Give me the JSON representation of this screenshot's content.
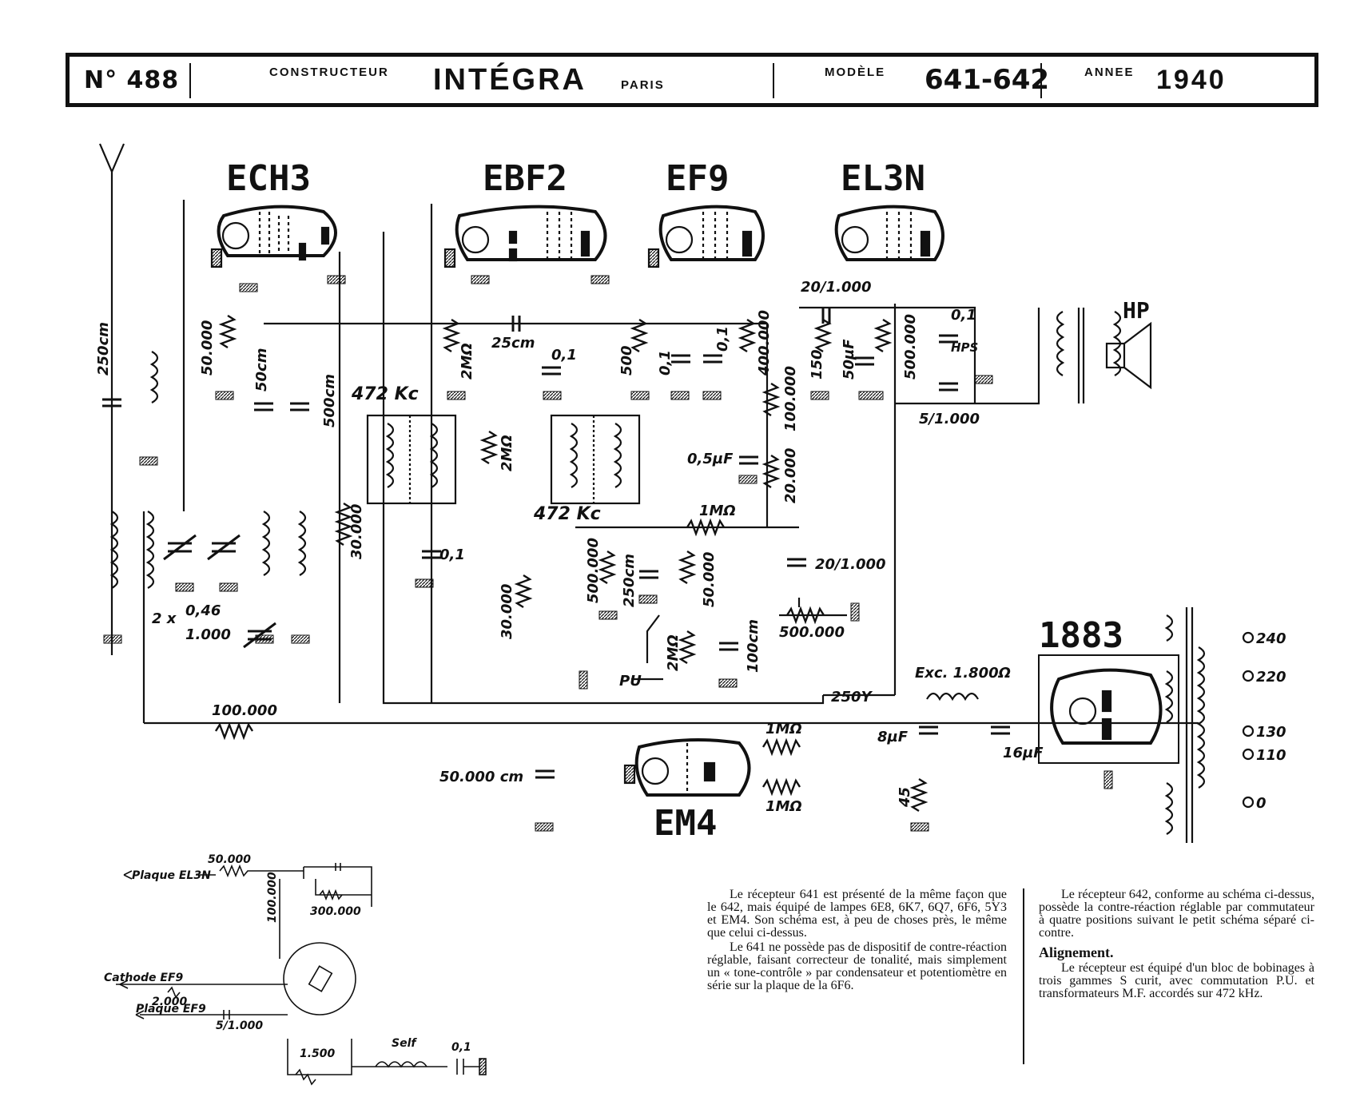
{
  "header": {
    "number": "N° 488",
    "constructeur_label": "CONSTRUCTEUR",
    "brand": "INTÉGRA",
    "city": "PARIS",
    "modele_label": "MODÈLE",
    "model": "641-642",
    "annee_label": "ANNEE",
    "year": "1940"
  },
  "tubes": [
    "ECH3",
    "EBF2",
    "EF9",
    "EL3N",
    "EM4",
    "1883"
  ],
  "components": {
    "c250": "250cm",
    "r50k": "50.000",
    "c50": "50cm",
    "c500": "500cm",
    "if1": "472  Kc",
    "r2m_a": "2MΩ",
    "c25": "25cm",
    "c01_a": "0,1",
    "r500": "500",
    "c01_b": "0,1",
    "c01_c": "0,1",
    "r400k": "400.000",
    "r100k": "100.000",
    "c20_1000": "20/1.000",
    "r150": "150",
    "c50uf": "50µF",
    "r500k_b": "500.000",
    "c01_d": "0,1",
    "hps": "HPS",
    "c5_1000": "5/1.000",
    "hp": "HP",
    "c05uf": "0,5µF",
    "r20k": "20.000",
    "r2m_b": "2MΩ",
    "if2": "472  Kc",
    "r1m_a": "1MΩ",
    "r30k_a": "30.000",
    "c01_e": "0,1",
    "gang": "2 x",
    "gang_num": "0,46",
    "gang_den": "1.000",
    "r30k_b": "30.000",
    "r500k_c": "500.000",
    "c250_b": "250cm",
    "r50k_b": "50.000",
    "c20_1000_b": "20/1.000",
    "pot500k": "500.000",
    "pu": "PU",
    "r2m_c": "2MΩ",
    "c100": "100cm",
    "v250": "250Y",
    "exc": "Exc. 1.800Ω",
    "c8": "8µF",
    "c16": "16µF",
    "r45": "45",
    "r100k_b": "100.000",
    "c50000": "50.000 cm",
    "r1m_b": "1MΩ",
    "r1m_c": "1MΩ",
    "v240": "240",
    "v220": "220",
    "v130": "130",
    "v110": "110",
    "v0": "0"
  },
  "inset": {
    "r50k": "50.000",
    "plaque_el3n": "Plaque EL3N",
    "r100k": "100.000",
    "r300k": "300.000",
    "cathode_ef9": "Cathode EF9",
    "r2000": "2.000",
    "plaque_ef9": "Plaque EF9",
    "c5_1000": "5/1.000",
    "r1500": "1.500",
    "self": "Self",
    "c01": "0,1"
  },
  "text": {
    "col1_p1": "Le récepteur 641 est présenté de la même façon que le 642, mais équipé de lampes 6E8, 6K7, 6Q7, 6F6, 5Y3 et EM4. Son schéma est, à peu de choses près, le même que celui ci-dessus.",
    "col1_p2": "Le 641 ne possède pas de dispositif de contre-réaction réglable, faisant correcteur de tonalité, mais simplement un « tone-contrôle » par condensateur et potentiomètre en série sur la plaque de la 6F6.",
    "col2_p1": "Le récepteur 642, conforme au schéma ci-dessus, possède la contre-réaction réglable par commutateur à quatre positions suivant le petit schéma séparé ci-contre.",
    "col2_heading": "Alignement.",
    "col2_p2": "Le récepteur est équipé d'un bloc de bobinages à trois gammes S curit, avec commutation P.U. et transformateurs M.F. accordés sur 472 kHz."
  }
}
